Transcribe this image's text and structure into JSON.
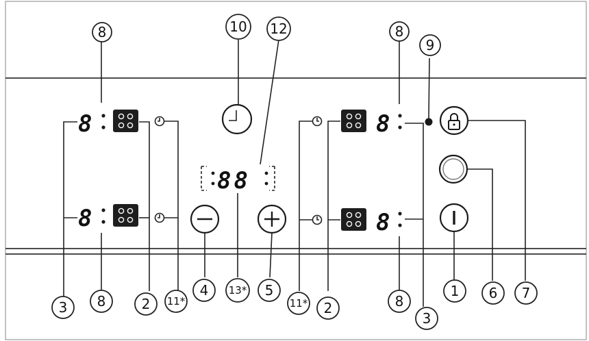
{
  "callouts": {
    "c1": "1",
    "c2a": "2",
    "c2b": "2",
    "c3a": "3",
    "c3b": "3",
    "c4": "4",
    "c5": "5",
    "c6": "6",
    "c7": "7",
    "c8a": "8",
    "c8b": "8",
    "c8c": "8",
    "c8d": "8",
    "c9": "9",
    "c10": "10",
    "c11a": "11*",
    "c11b": "11*",
    "c12": "12",
    "c13": "13*"
  },
  "displays": {
    "zone_digit_tl": "8",
    "zone_digit_bl": "8",
    "zone_digit_tr": "8",
    "zone_digit_br": "8",
    "timer_digits": "88"
  },
  "icons": {
    "zone_selector": "cooking-zone-icon",
    "timer": "clock-icon",
    "minus": "minus-icon",
    "plus": "plus-icon",
    "lock": "lock-icon",
    "power": "power-icon",
    "booster": "blank-round-key-icon"
  }
}
